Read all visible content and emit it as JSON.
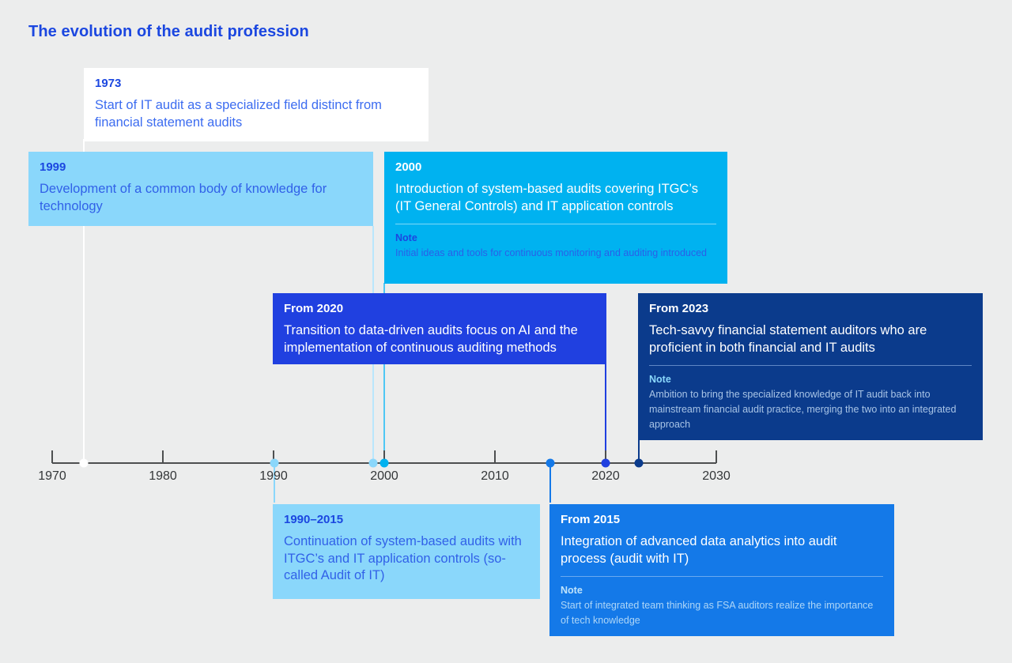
{
  "page": {
    "title": "The evolution of the audit profession",
    "background_color": "#eceded",
    "accent_color": "#1b47e0"
  },
  "axis": {
    "start_year": 1970,
    "end_year": 2030,
    "ticks": [
      "1970",
      "1980",
      "1990",
      "2000",
      "2010",
      "2020",
      "2030"
    ],
    "line_color": "#4d4f50"
  },
  "markers": [
    {
      "year": 1973,
      "color": "#ffffff"
    },
    {
      "year": 1990,
      "color": "#8ad7fb"
    },
    {
      "year": 1999,
      "color": "#8ad7fb"
    },
    {
      "year": 2000,
      "color": "#00b2f0"
    },
    {
      "year": 2015,
      "color": "#1479e8"
    },
    {
      "year": 2020,
      "color": "#2040e0"
    },
    {
      "year": 2023,
      "color": "#0b3b8c"
    }
  ],
  "cards": [
    {
      "id": "card-1973",
      "year_label": "1973",
      "body": "Start of IT audit as a specialized field distinct from financial statement audits",
      "note_label": null,
      "note_text": null,
      "color": "#ffffff"
    },
    {
      "id": "card-1999",
      "year_label": "1999",
      "body": "Development of a common body of knowledge for technology",
      "note_label": null,
      "note_text": null,
      "color": "#8ad7fb"
    },
    {
      "id": "card-2000",
      "year_label": "2000",
      "body": "Introduction of system-based audits covering ITGC’s (IT General Controls) and IT application controls",
      "note_label": "Note",
      "note_text": "Initial ideas and tools for continuous monitoring and auditing introduced",
      "color": "#00b2f0"
    },
    {
      "id": "card-from-2020",
      "year_label": "From 2020",
      "body": "Transition to data-driven audits focus on AI and the implementation of continuous auditing methods",
      "note_label": null,
      "note_text": null,
      "color": "#2040e0"
    },
    {
      "id": "card-from-2023",
      "year_label": "From 2023",
      "body": "Tech-savvy financial statement auditors who are proficient in both financial and IT audits",
      "note_label": "Note",
      "note_text": "Ambition to bring the specialized knowledge of IT audit back into mainstream financial audit practice, merging the two into an integrated approach",
      "color": "#0b3b8c"
    },
    {
      "id": "card-1990-2015",
      "year_label": "1990–2015",
      "body": "Continuation of system-based audits with ITGC’s and IT application controls (so-called Audit of IT)",
      "note_label": null,
      "note_text": null,
      "color": "#8ad7fb"
    },
    {
      "id": "card-from-2015",
      "year_label": "From 2015",
      "body": "Integration of advanced data analytics into audit process (audit with IT)",
      "note_label": "Note",
      "note_text": "Start of integrated team thinking as FSA auditors realize the importance of tech knowledge",
      "color": "#1479e8"
    }
  ],
  "chart_data": {
    "type": "timeline",
    "title": "The evolution of the audit profession",
    "xlabel": "",
    "ylabel": "",
    "xlim": [
      1970,
      2030
    ],
    "tick_labels": [
      "1970",
      "1980",
      "1990",
      "2000",
      "2010",
      "2020",
      "2030"
    ],
    "tick_interval": 10,
    "grid": false,
    "legend": "none",
    "events": [
      {
        "x": 1973,
        "label": "1973",
        "text": "Start of IT audit as a specialized field distinct from financial statement audits",
        "note": null,
        "color": "#ffffff",
        "side": "above"
      },
      {
        "x": 1999,
        "label": "1999",
        "text": "Development of a common body of knowledge for technology",
        "note": null,
        "color": "#8ad7fb",
        "side": "above"
      },
      {
        "x": 2000,
        "label": "2000",
        "text": "Introduction of system-based audits covering ITGC’s (IT General Controls) and IT application controls",
        "note": "Initial ideas and tools for continuous monitoring and auditing introduced",
        "color": "#00b2f0",
        "side": "above"
      },
      {
        "x": 2020,
        "label": "From 2020",
        "text": "Transition to data-driven audits focus on AI and the implementation of continuous auditing methods",
        "note": null,
        "color": "#2040e0",
        "side": "above"
      },
      {
        "x": 2023,
        "label": "From 2023",
        "text": "Tech-savvy financial statement auditors who are proficient in both financial and IT audits",
        "note": "Ambition to bring the specialized knowledge of IT audit back into mainstream financial audit practice, merging the two into an integrated approach",
        "color": "#0b3b8c",
        "side": "above"
      },
      {
        "x": 1990,
        "x_end": 2015,
        "label": "1990–2015",
        "text": "Continuation of system-based audits with ITGC’s and IT application controls (so-called Audit of IT)",
        "note": null,
        "color": "#8ad7fb",
        "side": "below"
      },
      {
        "x": 2015,
        "label": "From 2015",
        "text": "Integration of advanced data analytics into audit process (audit with IT)",
        "note": "Start of integrated team thinking as FSA auditors realize the importance of tech knowledge",
        "color": "#1479e8",
        "side": "below"
      }
    ]
  }
}
